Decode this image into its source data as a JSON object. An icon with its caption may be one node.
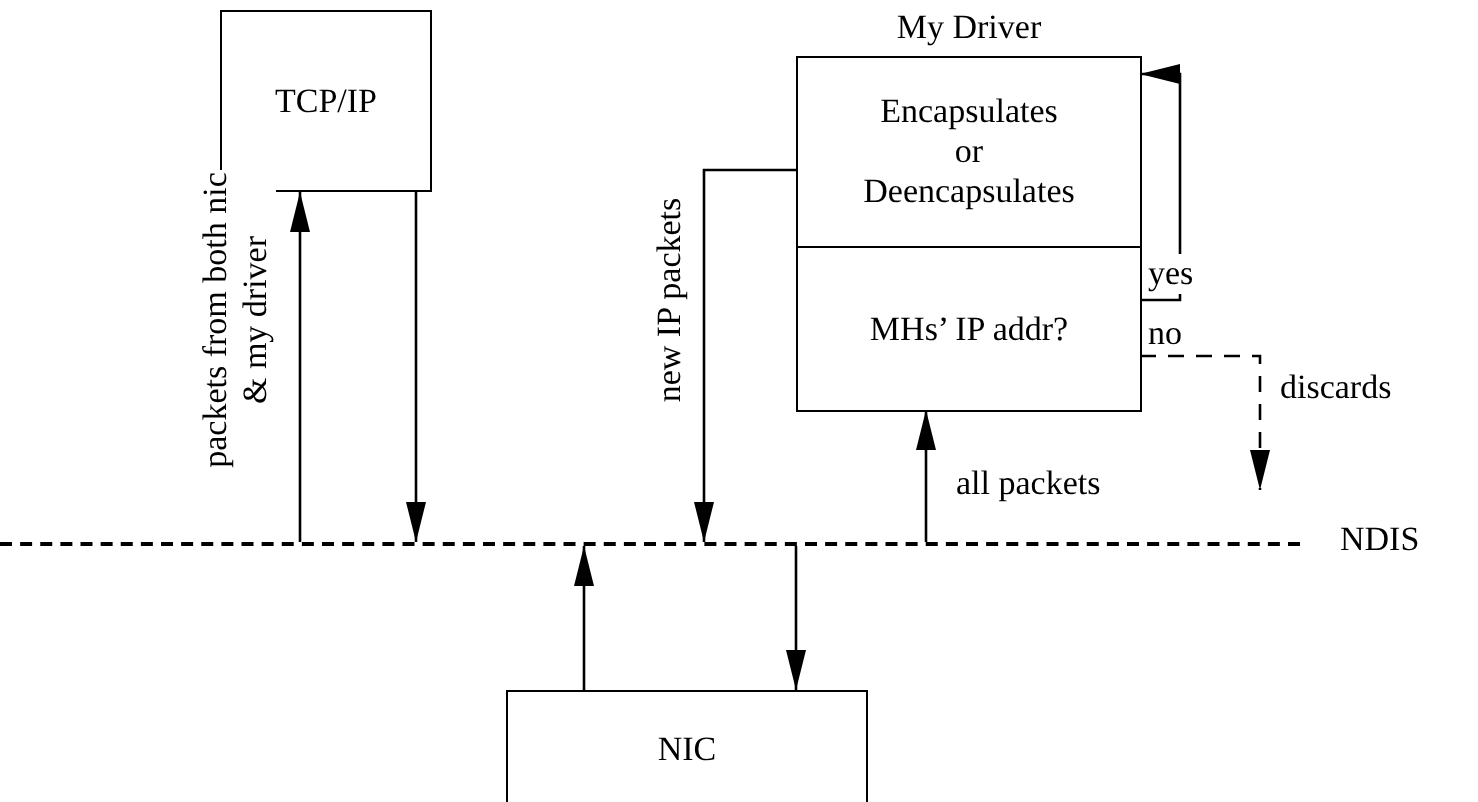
{
  "diagram": {
    "nodes": [
      {
        "text": [
          "TCP/IP"
        ]
      },
      {
        "text": [
          "My Driver"
        ]
      },
      {
        "text": [
          "Encapsulates or Deencapsulates"
        ],
        "in": 1
      },
      {
        "text": [
          "MHs’ IP addr?"
        ],
        "in": 1
      },
      {
        "text": [],
        "shape": "line",
        "beside": [
          "NDIS"
        ]
      },
      {
        "text": [
          "NIC"
        ]
      }
    ],
    "edges": [
      {
        "from": 4,
        "to": 0,
        "arrow": "to",
        "label": "packets from both nic & my driver"
      },
      {
        "from": 0,
        "to": 4,
        "arrow": "to"
      },
      {
        "from": 5,
        "to": 4,
        "arrow": "to"
      },
      {
        "from": 4,
        "to": 5,
        "arrow": "to"
      },
      {
        "from": 2,
        "to": 4,
        "arrow": "to",
        "label": "new IP packets"
      },
      {
        "from": 4,
        "to": 3,
        "arrow": "to",
        "label": "all packets"
      },
      {
        "from": 3,
        "to": 2,
        "arrow": "to",
        "label": "yes"
      },
      {
        "from": 3,
        "to": null,
        "arrow": "to",
        "label": "no",
        "style": "dashed"
      }
    ],
    "labels": [
      "discards"
    ]
  }
}
